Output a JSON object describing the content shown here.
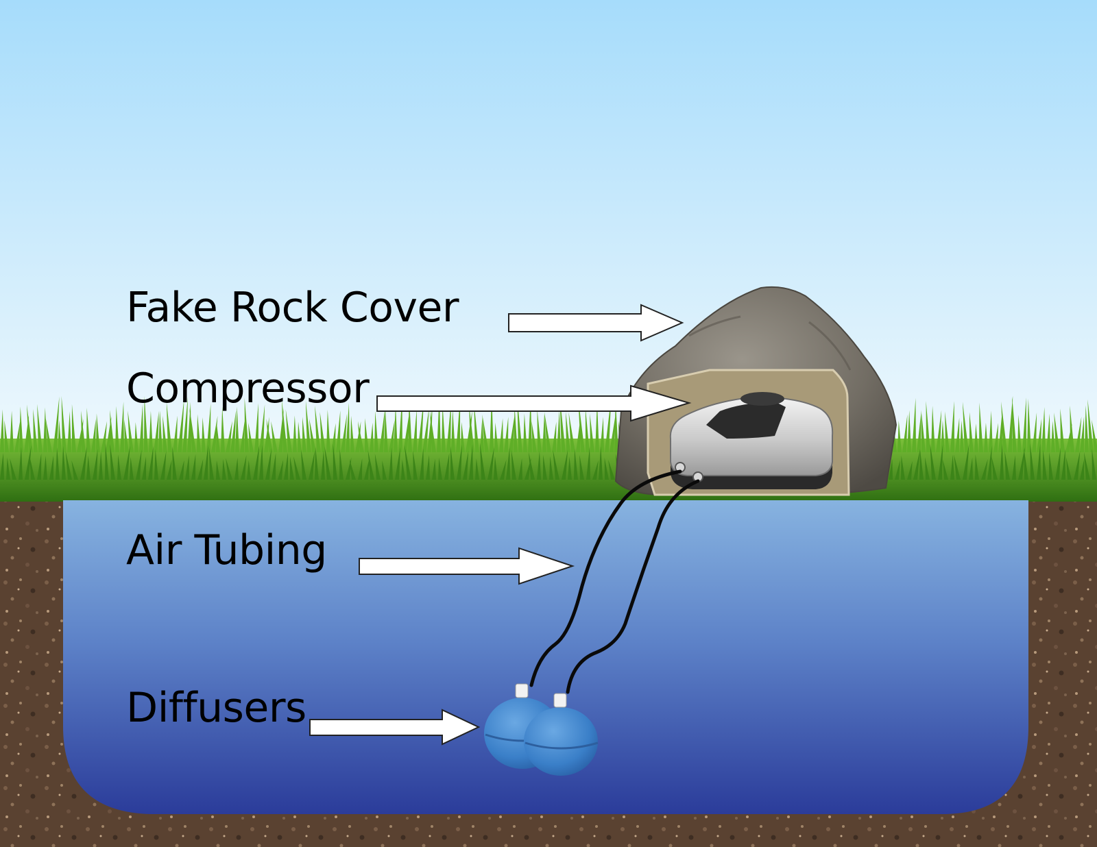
{
  "labels": {
    "rock": "Fake Rock Cover",
    "compressor": "Compressor",
    "tubing": "Air Tubing",
    "diffusers": "Diffusers"
  },
  "colors": {
    "sky_top": "#a6dcfb",
    "sky_bottom": "#eaf7fd",
    "grass": "#4f9a1f",
    "soil": "#5a4231",
    "water_top": "#86b2df",
    "water_bottom": "#2d3f9c",
    "rock": "#7a756d",
    "rock_cutout": "#a89a78",
    "diffuser": "#3e85cc",
    "arrow_fill": "#ffffff",
    "arrow_stroke": "#222222",
    "tube": "#0a0a0a"
  }
}
